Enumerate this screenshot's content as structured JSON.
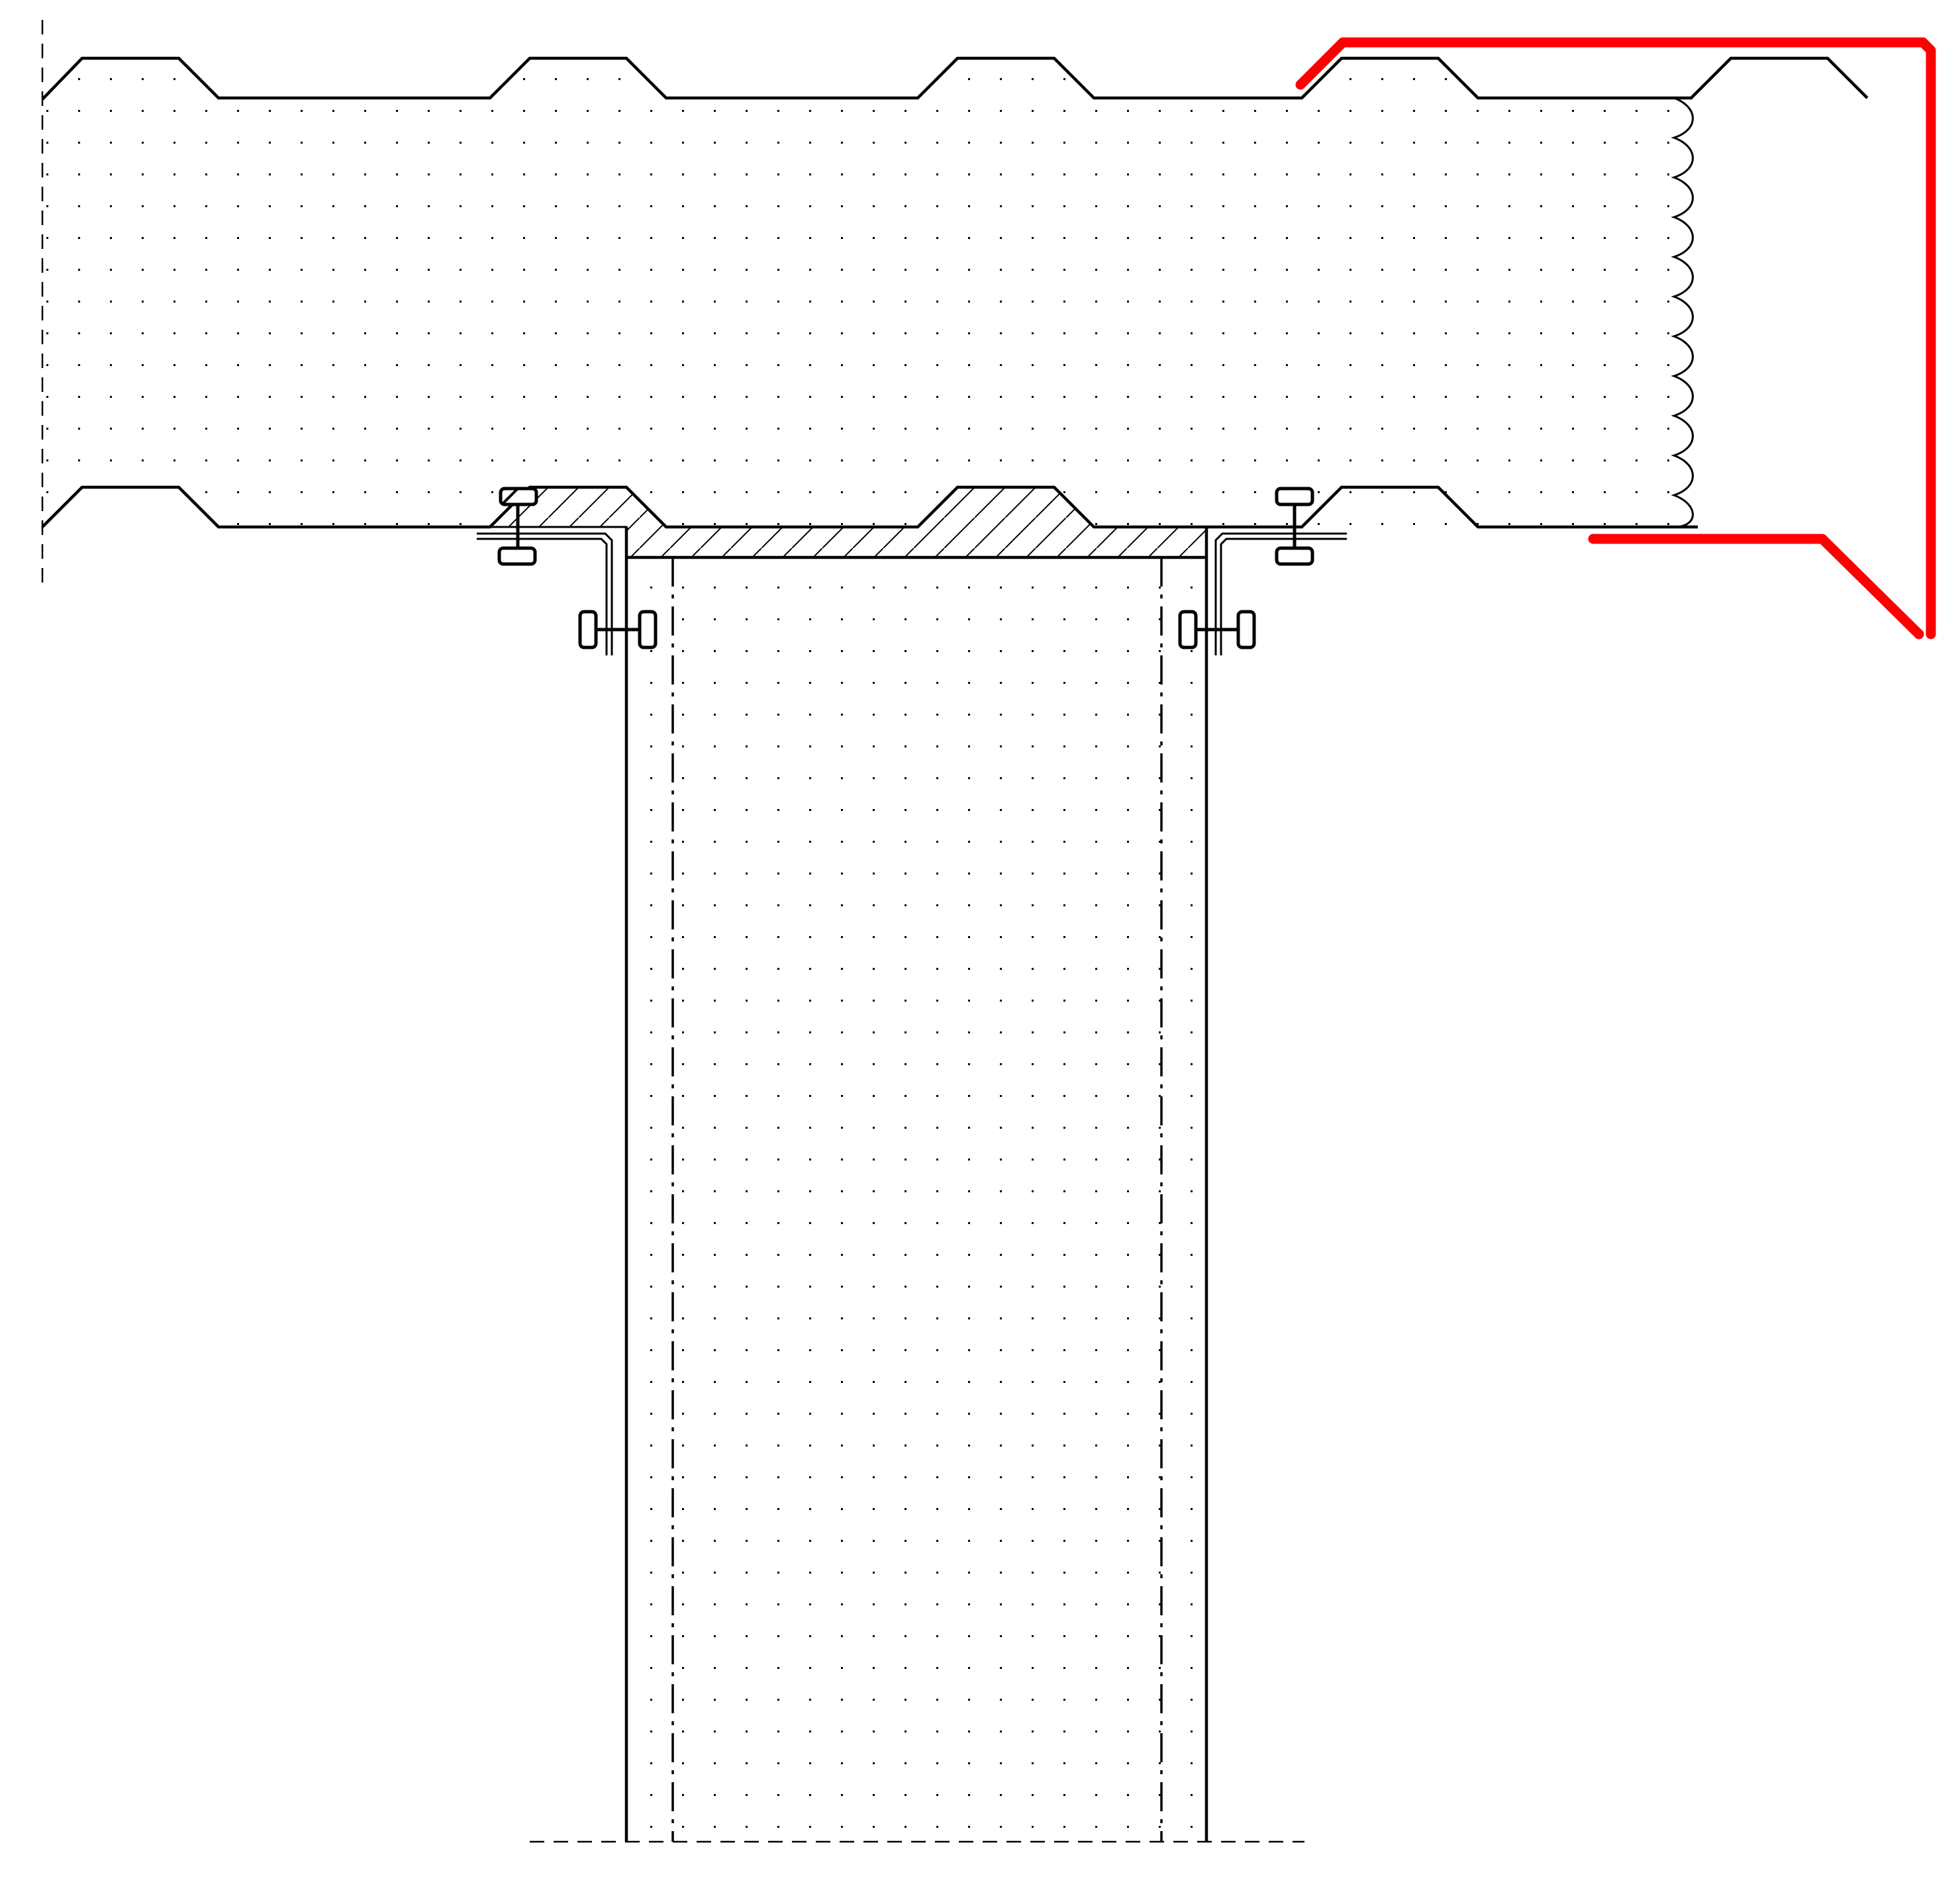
{
  "drawing": {
    "colors": {
      "line": "#000000",
      "flashing": "#ff0000",
      "background": "#ffffff",
      "insulation_dots": "#000000"
    },
    "parts": [
      "roof-sandwich-panel",
      "corrugated-outer-skin",
      "corrugated-inner-skin",
      "insulation-core",
      "wall-sandwich-panel",
      "hatched-seal-filler",
      "angle-bracket-left",
      "angle-bracket-right",
      "self-tapping-screws",
      "red-edge-flashing",
      "foam-seal-edge"
    ]
  }
}
